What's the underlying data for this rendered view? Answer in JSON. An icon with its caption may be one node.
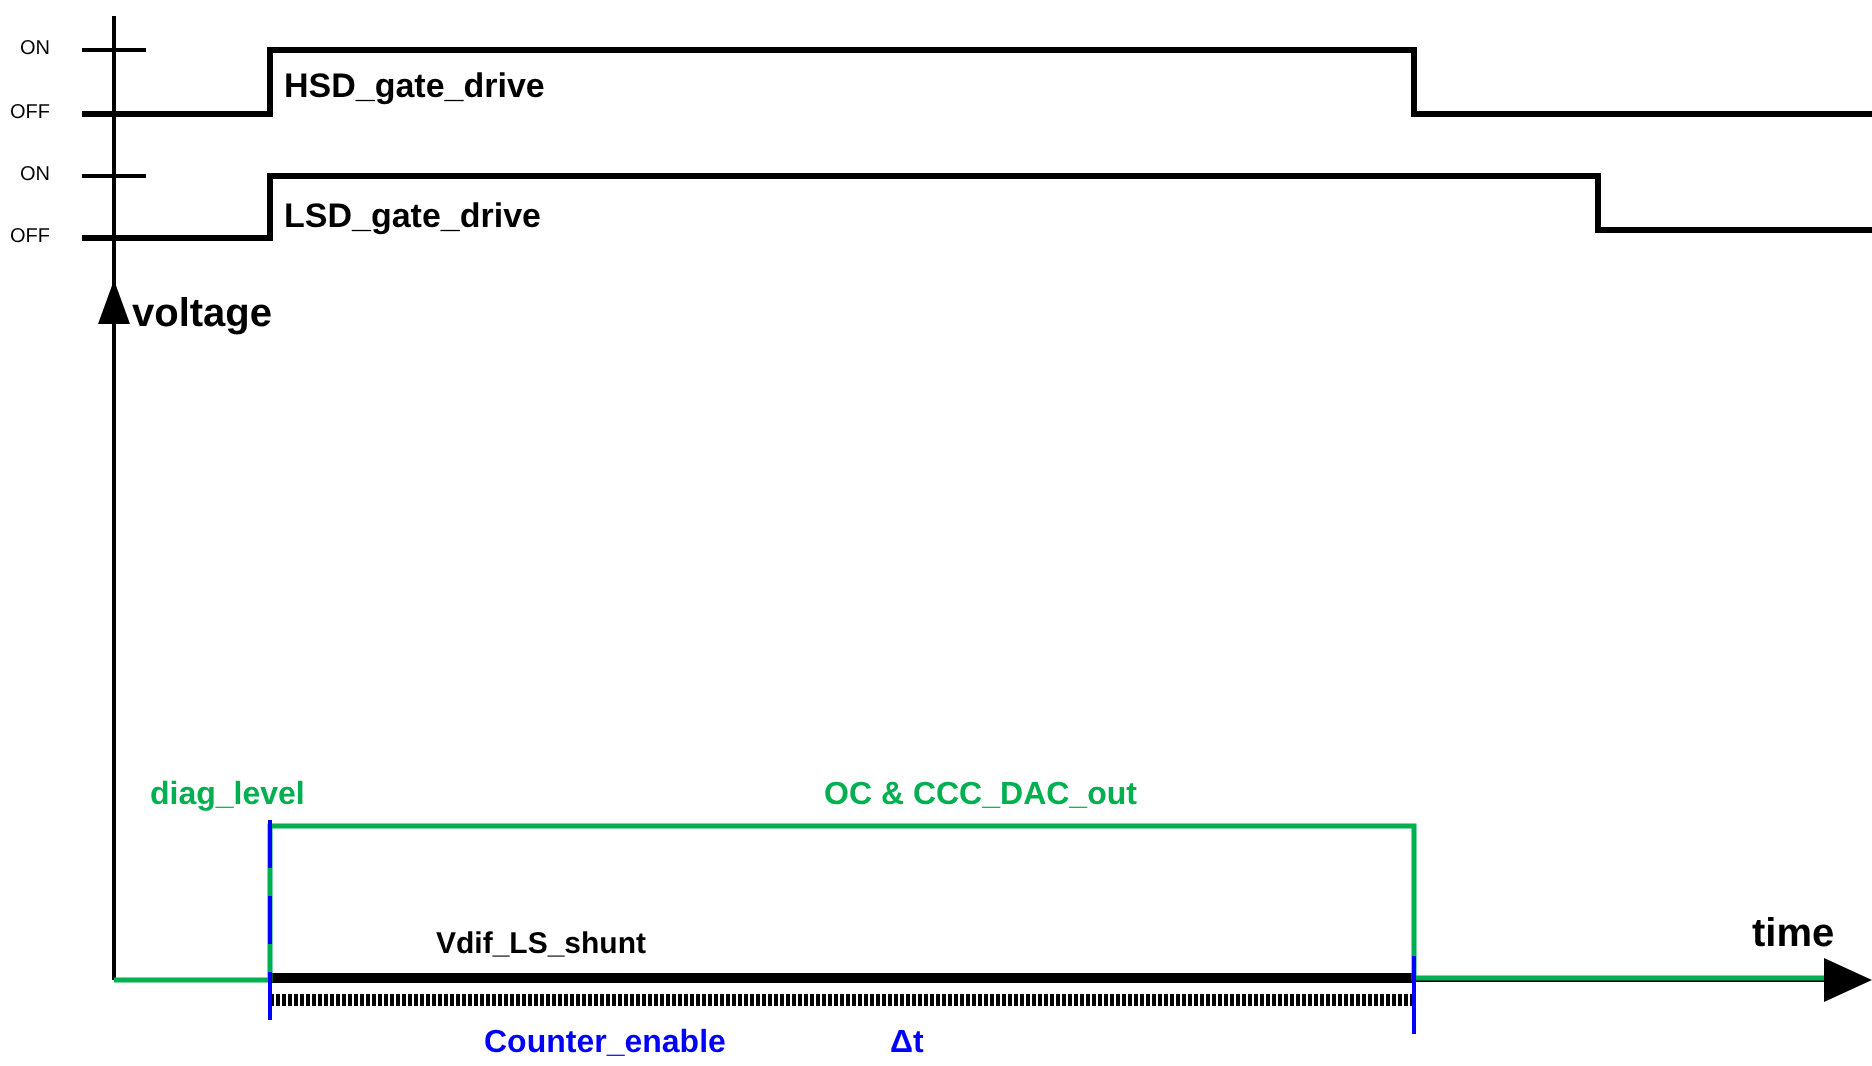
{
  "diagram": {
    "labels": [
      "ON",
      "OFF",
      "HSD_gate_drive",
      "ON",
      "OFF",
      "LSD_gate_drive",
      "voltage",
      "diag_level",
      "OC & CCC_DAC_out",
      "time",
      "Vdif_LS_shunt",
      "Counter_enable",
      "Δt"
    ]
  }
}
